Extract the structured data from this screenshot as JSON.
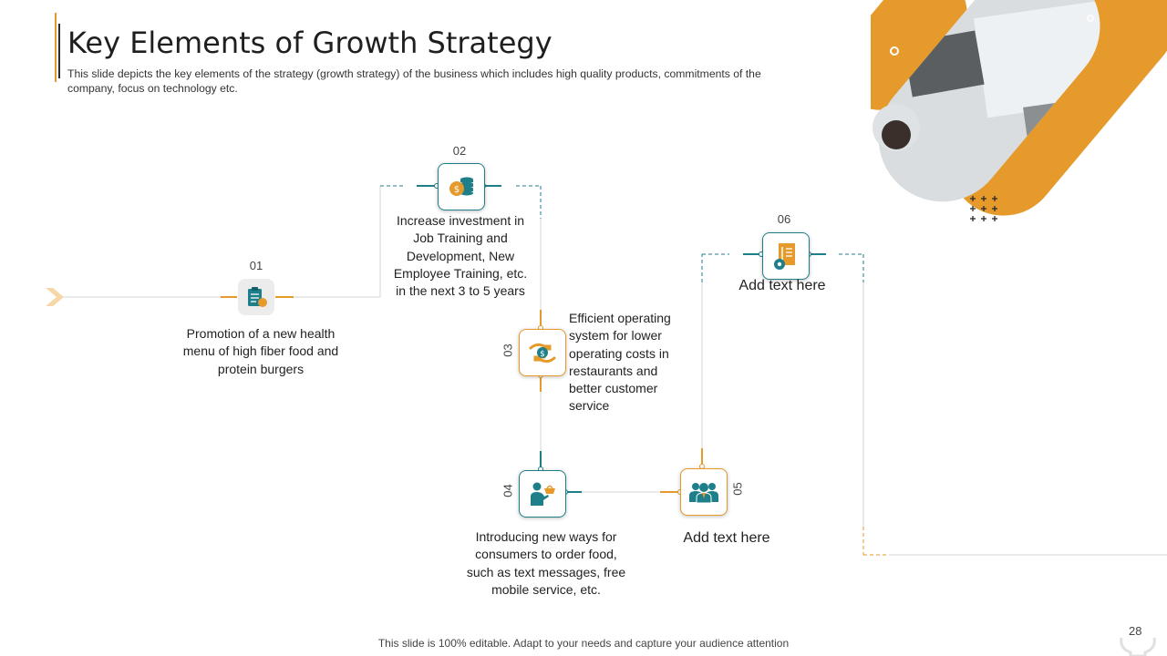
{
  "slide": {
    "title": "Key Elements of Growth Strategy",
    "subtitle": "This slide depicts the key elements of the strategy (growth strategy) of the business which includes high quality products, commitments of the company, focus on technology etc.",
    "footer": "This slide is 100% editable. Adapt to your needs and capture your audience attention",
    "page_number": "28"
  },
  "colors": {
    "teal": "#1e7f8a",
    "orange": "#e59a2b",
    "grey_line": "#c8c8c8"
  },
  "steps": [
    {
      "num": "01",
      "icon": "clipboard-icon",
      "text": "Promotion of a new health menu of high fiber food and protein burgers"
    },
    {
      "num": "02",
      "icon": "coins-icon",
      "text": "Increase investment in Job Training and Development, New Employee Training, etc. in the next 3 to 5 years"
    },
    {
      "num": "03",
      "icon": "hand-money-icon",
      "text": "Efficient operating system for lower operating costs in restaurants and better customer service"
    },
    {
      "num": "04",
      "icon": "person-basket-icon",
      "text": "Introducing new ways for consumers to order food, such as text messages, free mobile service, etc."
    },
    {
      "num": "05",
      "icon": "team-icon",
      "text": "Add text here"
    },
    {
      "num": "06",
      "icon": "document-gear-icon",
      "text": "Add text here"
    }
  ]
}
